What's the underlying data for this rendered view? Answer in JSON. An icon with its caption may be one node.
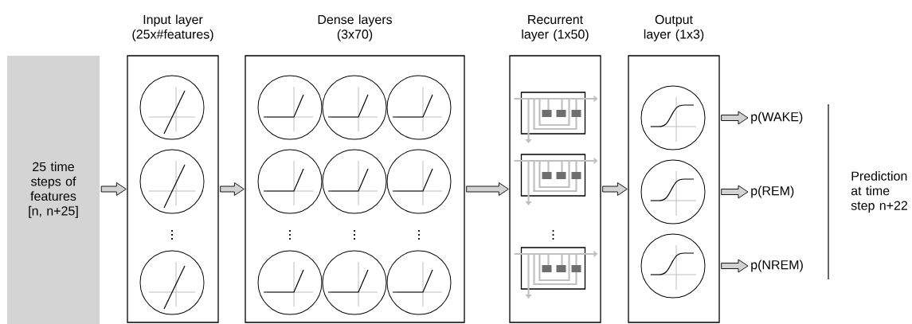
{
  "diagram": {
    "nodes": [
      {
        "text": [
          "25 time steps of features [n, n+25]"
        ]
      },
      {
        "text": [
          "Input layer (25x#features)"
        ]
      },
      {
        "text": [],
        "shape": "circle",
        "in": 1
      },
      {
        "text": [],
        "shape": "circle",
        "in": 1
      },
      {
        "text": [],
        "shape": "circle",
        "in": 1
      },
      {
        "text": [
          "Dense layers (3x70)"
        ]
      },
      {
        "text": [],
        "shape": "circle",
        "in": 5
      },
      {
        "text": [],
        "shape": "circle",
        "in": 5
      },
      {
        "text": [],
        "shape": "circle",
        "in": 5
      },
      {
        "text": [],
        "shape": "circle",
        "in": 5
      },
      {
        "text": [],
        "shape": "circle",
        "in": 5
      },
      {
        "text": [],
        "shape": "circle",
        "in": 5
      },
      {
        "text": [],
        "shape": "circle",
        "in": 5
      },
      {
        "text": [],
        "shape": "circle",
        "in": 5
      },
      {
        "text": [],
        "shape": "circle",
        "in": 5
      },
      {
        "text": [
          "Recurrent layer (1x50)"
        ]
      },
      {
        "text": [],
        "shape": "box",
        "in": 15
      },
      {
        "text": [],
        "shape": "box",
        "in": 15
      },
      {
        "text": [],
        "shape": "box",
        "in": 15
      },
      {
        "text": [
          "Output layer (1x3)"
        ]
      },
      {
        "text": [],
        "shape": "circle",
        "in": 19
      },
      {
        "text": [],
        "shape": "circle",
        "in": 19
      },
      {
        "text": [],
        "shape": "circle",
        "in": 19
      },
      {
        "text": [
          "p(WAKE)"
        ]
      },
      {
        "text": [
          "p(REM)"
        ]
      },
      {
        "text": [
          "p(NREM)"
        ]
      }
    ],
    "edges": [
      {
        "from": 0,
        "to": 1,
        "arrow": "to"
      },
      {
        "from": 1,
        "to": 5,
        "arrow": "to"
      },
      {
        "from": 5,
        "to": 15,
        "arrow": "to"
      },
      {
        "from": 15,
        "to": 19,
        "arrow": "to"
      },
      {
        "from": 19,
        "to": 23,
        "arrow": "to"
      },
      {
        "from": 19,
        "to": 24,
        "arrow": "to"
      },
      {
        "from": 19,
        "to": 25,
        "arrow": "to"
      }
    ],
    "labels": [
      "Prediction at time step n+22"
    ]
  }
}
